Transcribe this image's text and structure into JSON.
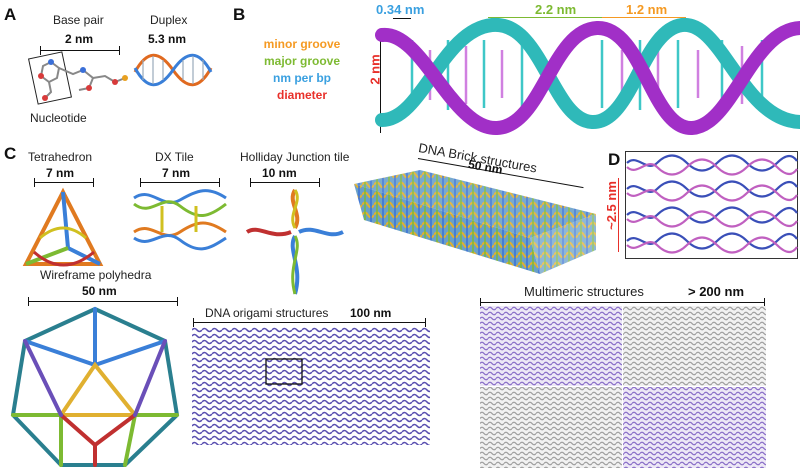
{
  "panels": {
    "a": "A",
    "b": "B",
    "c": "C",
    "d": "D"
  },
  "panel_a": {
    "base_pair": "Base pair",
    "base_pair_size": "2 nm",
    "duplex": "Duplex",
    "duplex_size": "5.3 nm",
    "nucleotide": "Nucleotide"
  },
  "panel_b": {
    "legend": {
      "minor_groove": "minor groove",
      "major_groove": "major groove",
      "nm_per_bp": "nm per bp",
      "diameter": "diameter"
    },
    "dims": {
      "per_bp": "0.34 nm",
      "major": "2.2 nm",
      "minor": "1.2 nm",
      "diameter": "2 nm"
    },
    "colors": {
      "minor_groove": "#f59a23",
      "major_groove": "#7dba32",
      "nm_per_bp": "#3aa0e0",
      "diameter": "#e8302a",
      "strand_a": "#a12fc7",
      "strand_b": "#2fb9b9"
    }
  },
  "panel_c": {
    "tetrahedron": "Tetrahedron",
    "tetrahedron_size": "7 nm",
    "dx_tile": "DX Tile",
    "dx_tile_size": "7 nm",
    "holliday": "Holliday Junction tile",
    "holliday_size": "10 nm",
    "brick": "DNA Brick structures",
    "brick_size": "50 nm",
    "wireframe": "Wireframe polyhedra",
    "wireframe_size": "50 nm",
    "origami": "DNA origami structures",
    "origami_size": "100 nm",
    "multimeric": "Multimeric structures",
    "multimeric_size": "> 200 nm"
  },
  "panel_d": {
    "size": "~2.5 nm"
  }
}
